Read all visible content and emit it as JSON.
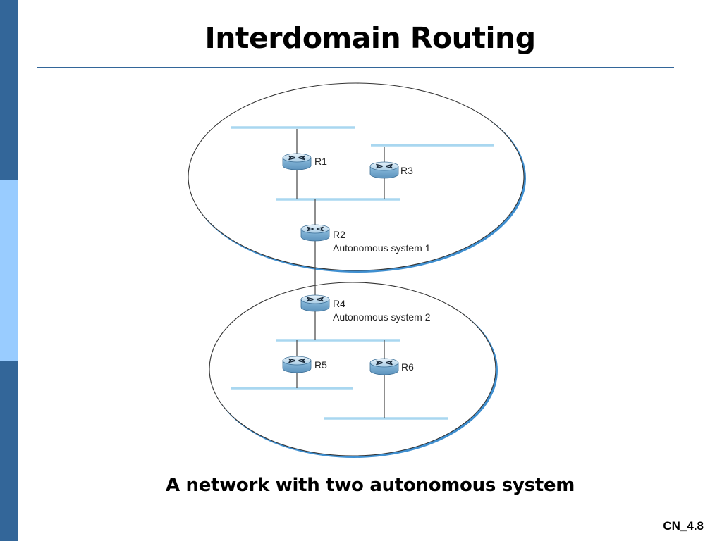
{
  "slide": {
    "title": "Interdomain Routing",
    "caption": "A network with two autonomous system",
    "slide_number": "CN_4.8"
  },
  "diagram": {
    "autonomous_systems": [
      {
        "label": "Autonomous system 1",
        "routers": [
          "R1",
          "R2",
          "R3"
        ]
      },
      {
        "label": "Autonomous system 2",
        "routers": [
          "R4",
          "R5",
          "R6"
        ]
      }
    ],
    "routers": {
      "r1": "R1",
      "r2": "R2",
      "r3": "R3",
      "r4": "R4",
      "r5": "R5",
      "r6": "R6"
    },
    "as1_label": "Autonomous system 1",
    "as2_label": "Autonomous system 2"
  },
  "colors": {
    "sidebar_dark": "#336699",
    "sidebar_light": "#99ccff",
    "network_line": "#a9d7f0",
    "ellipse_shadow": "#3f8fd0"
  }
}
